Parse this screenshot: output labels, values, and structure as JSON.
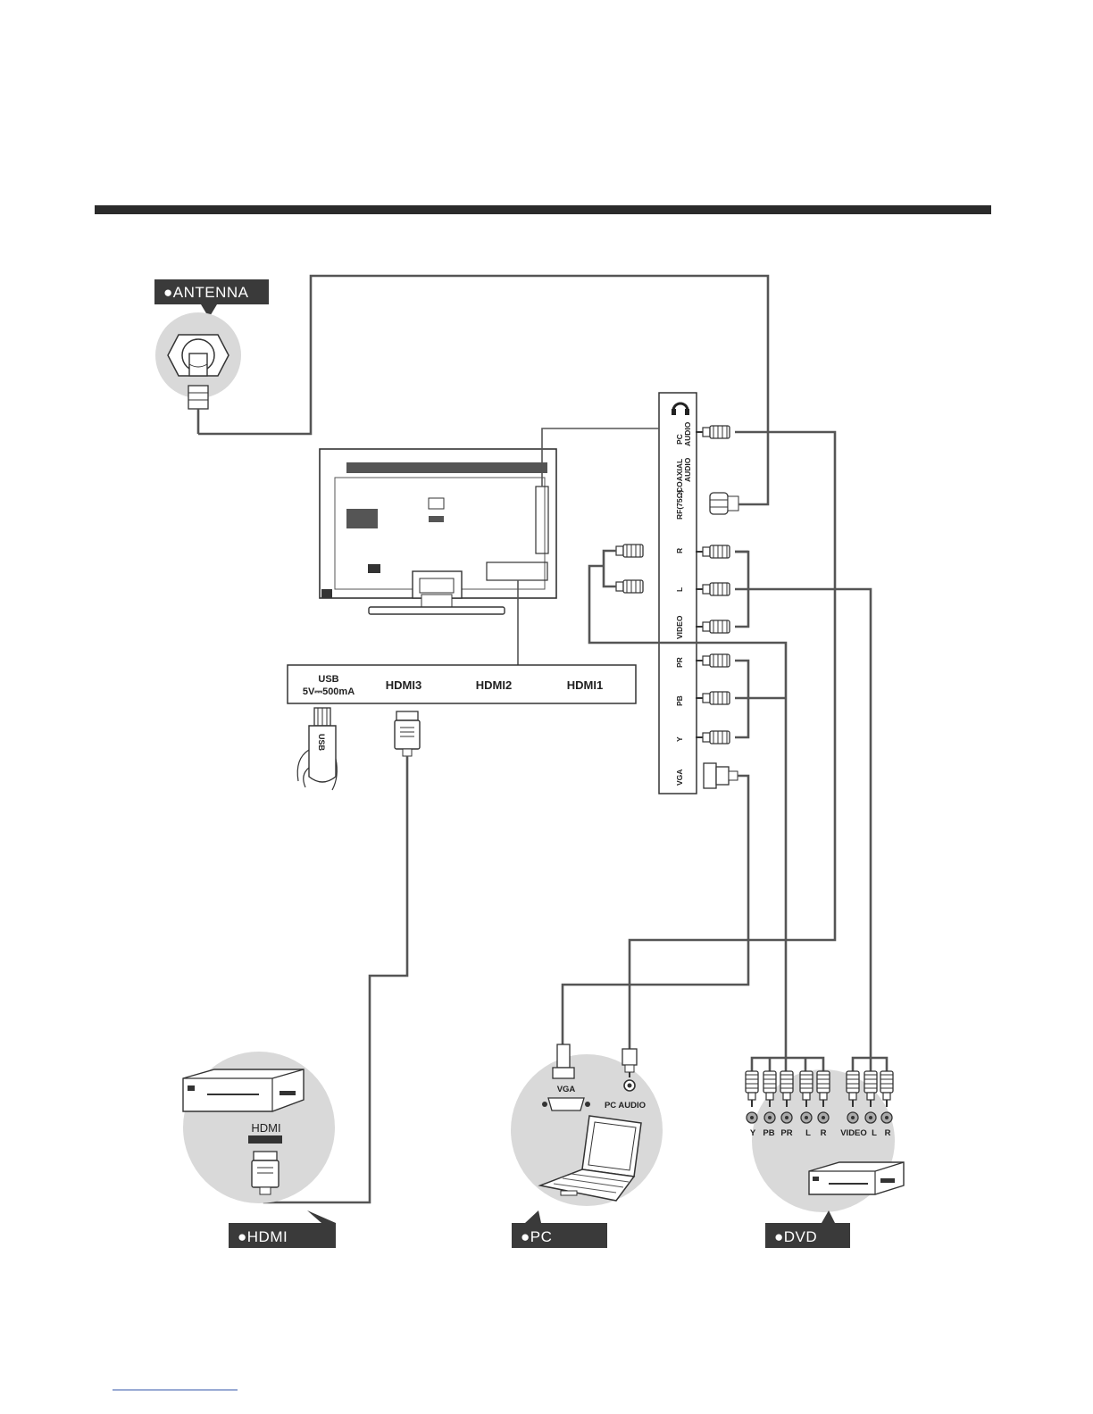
{
  "labels": {
    "antenna": "ANTENNA",
    "hdmi_tag": "HDMI",
    "pc_tag": "PC",
    "dvd_tag": "DVD",
    "bullet": "●"
  },
  "side_panel": {
    "pc_audio": [
      "PC",
      "AUDIO"
    ],
    "coaxial_audio": [
      "COAXIAL",
      "AUDIO"
    ],
    "rf": "RF(75Ω)",
    "r": "R",
    "l": "L",
    "video": "VIDEO",
    "pr": "PR",
    "pb": "PB",
    "y": "Y",
    "vga": "VGA"
  },
  "bottom_panel": {
    "usb_line1": "USB",
    "usb_line2": "5V⎓500mA",
    "hdmi3": "HDMI3",
    "hdmi2": "HDMI2",
    "hdmi1": "HDMI1"
  },
  "usb_plug_text": "USB",
  "hdmi_device_port": "HDMI",
  "pc_device": {
    "vga": "VGA",
    "pc_audio": "PC AUDIO"
  },
  "dvd_device": {
    "ports": [
      "Y",
      "PB",
      "PR",
      "L",
      "R",
      "VIDEO",
      "L",
      "R"
    ]
  }
}
